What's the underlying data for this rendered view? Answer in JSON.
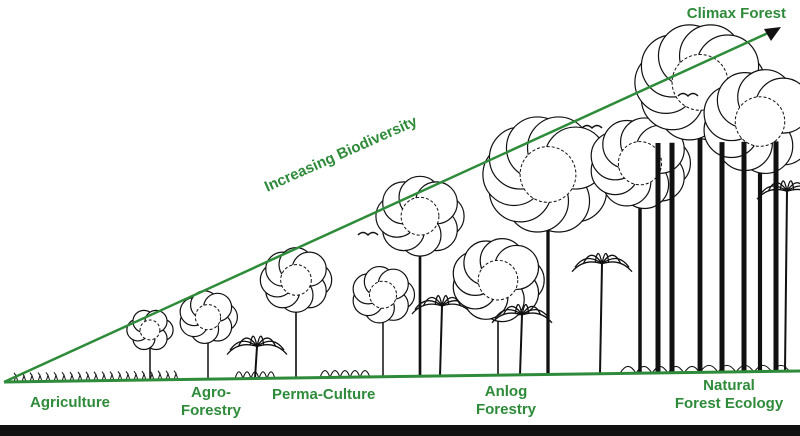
{
  "diagram": {
    "title": "Climax Forest",
    "gradient_label": "Increasing Biodiversity",
    "stages": [
      {
        "line1": "Agriculture",
        "line2": ""
      },
      {
        "line1": "Agro-",
        "line2": "Forestry"
      },
      {
        "line1": "Perma-Culture",
        "line2": ""
      },
      {
        "line1": "Anlog",
        "line2": "Forestry"
      },
      {
        "line1": "Natural",
        "line2": "Forest Ecology"
      }
    ],
    "colors": {
      "accent": "#2e8b3a",
      "ink": "#111111"
    }
  }
}
